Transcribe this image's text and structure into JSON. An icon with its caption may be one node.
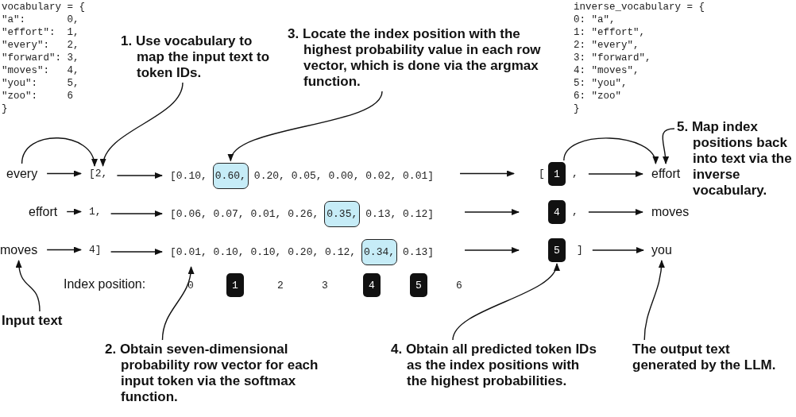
{
  "diagram": {
    "nodes": [
      {
        "text": [
          "1. Use vocabulary to map the input text to token IDs."
        ]
      },
      {
        "text": [
          "3. Locate the index position with the highest probability value in each row vector, which is done via the argmax function."
        ]
      },
      {
        "text": [
          "5. Map index positions back into text via the inverse vocabulary."
        ]
      },
      {
        "text": [
          "every"
        ]
      },
      {
        "text": [
          "[2,"
        ]
      },
      {
        "text": [
          "[0.10,",
          "0.20, 0.05, 0.00, 0.02, 0.01]"
        ]
      },
      {
        "text": [
          "0.60,"
        ],
        "in": 5
      },
      {
        "text": [
          "1"
        ],
        "beside": [
          "[",
          ","
        ]
      },
      {
        "text": [
          "effort"
        ]
      },
      {
        "text": [
          "effort"
        ]
      },
      {
        "text": [
          "1,"
        ]
      },
      {
        "text": [
          "[0.06, 0.07, 0.01, 0.26,",
          "0.13, 0.12]"
        ]
      },
      {
        "text": [
          "0.35,"
        ],
        "in": 11
      },
      {
        "text": [
          "4"
        ],
        "beside": [
          ","
        ]
      },
      {
        "text": [
          "moves"
        ]
      },
      {
        "text": [
          "moves"
        ]
      },
      {
        "text": [
          "4]"
        ]
      },
      {
        "text": [
          "[0.01, 0.10, 0.10, 0.20, 0.12,",
          "0.13]"
        ]
      },
      {
        "text": [
          "0.34,"
        ],
        "in": 17
      },
      {
        "text": [
          "5"
        ],
        "beside": [
          "]"
        ]
      },
      {
        "text": [
          "you"
        ]
      },
      {
        "text": [
          "1"
        ]
      },
      {
        "text": [
          "4"
        ]
      },
      {
        "text": [
          "5"
        ]
      },
      {
        "text": [
          "Input text"
        ]
      },
      {
        "text": [
          "2. Obtain seven-dimensional probability row vector for each input token via the softmax function."
        ]
      },
      {
        "text": [
          "4. Obtain all predicted token IDs as the index positions with the highest probabilities."
        ]
      },
      {
        "text": [
          "The output text generated by the LLM."
        ]
      }
    ],
    "edges": [
      {
        "from": 0,
        "to": 4,
        "arrow": "to"
      },
      {
        "from": 1,
        "to": 6,
        "arrow": "to"
      },
      {
        "from": 2,
        "to": 8,
        "arrow": "to"
      },
      {
        "from": 3,
        "to": 4,
        "arrow": "to"
      },
      {
        "from": 3,
        "to": 4,
        "arrow": "to"
      },
      {
        "from": 4,
        "to": 5,
        "arrow": "to"
      },
      {
        "from": 5,
        "to": 7,
        "arrow": "to"
      },
      {
        "from": 7,
        "to": 8,
        "arrow": "to"
      },
      {
        "from": 7,
        "to": 8,
        "arrow": "to"
      },
      {
        "from": 9,
        "to": 10,
        "arrow": "to"
      },
      {
        "from": 10,
        "to": 11,
        "arrow": "to"
      },
      {
        "from": 11,
        "to": 13,
        "arrow": "to"
      },
      {
        "from": 13,
        "to": 14,
        "arrow": "to"
      },
      {
        "from": 15,
        "to": 16,
        "arrow": "to"
      },
      {
        "from": 16,
        "to": 17,
        "arrow": "to"
      },
      {
        "from": 17,
        "to": 19,
        "arrow": "to"
      },
      {
        "from": 19,
        "to": 20,
        "arrow": "to"
      },
      {
        "from": 24,
        "to": 15,
        "arrow": "to"
      },
      {
        "from": 25,
        "to": 17,
        "arrow": "to"
      },
      {
        "from": 26,
        "to": 19,
        "arrow": "to"
      },
      {
        "from": 27,
        "to": 20,
        "arrow": "to"
      }
    ],
    "labels": [
      "vocabulary = {",
      "\"a\":       0,",
      "\"effort\":  1,",
      "\"every\":   2,",
      "\"forward\": 3,",
      "\"moves\":   4,",
      "\"you\":     5,",
      "\"zoo\":     6",
      "}",
      "inverse_vocabulary = {",
      "0: \"a\",",
      "1: \"effort\",",
      "2: \"every\",",
      "3: \"forward\",",
      "4: \"moves\",",
      "5: \"you\",",
      "6: \"zoo\"",
      "}",
      "Index position:",
      "0",
      "2",
      "3",
      "6"
    ]
  }
}
